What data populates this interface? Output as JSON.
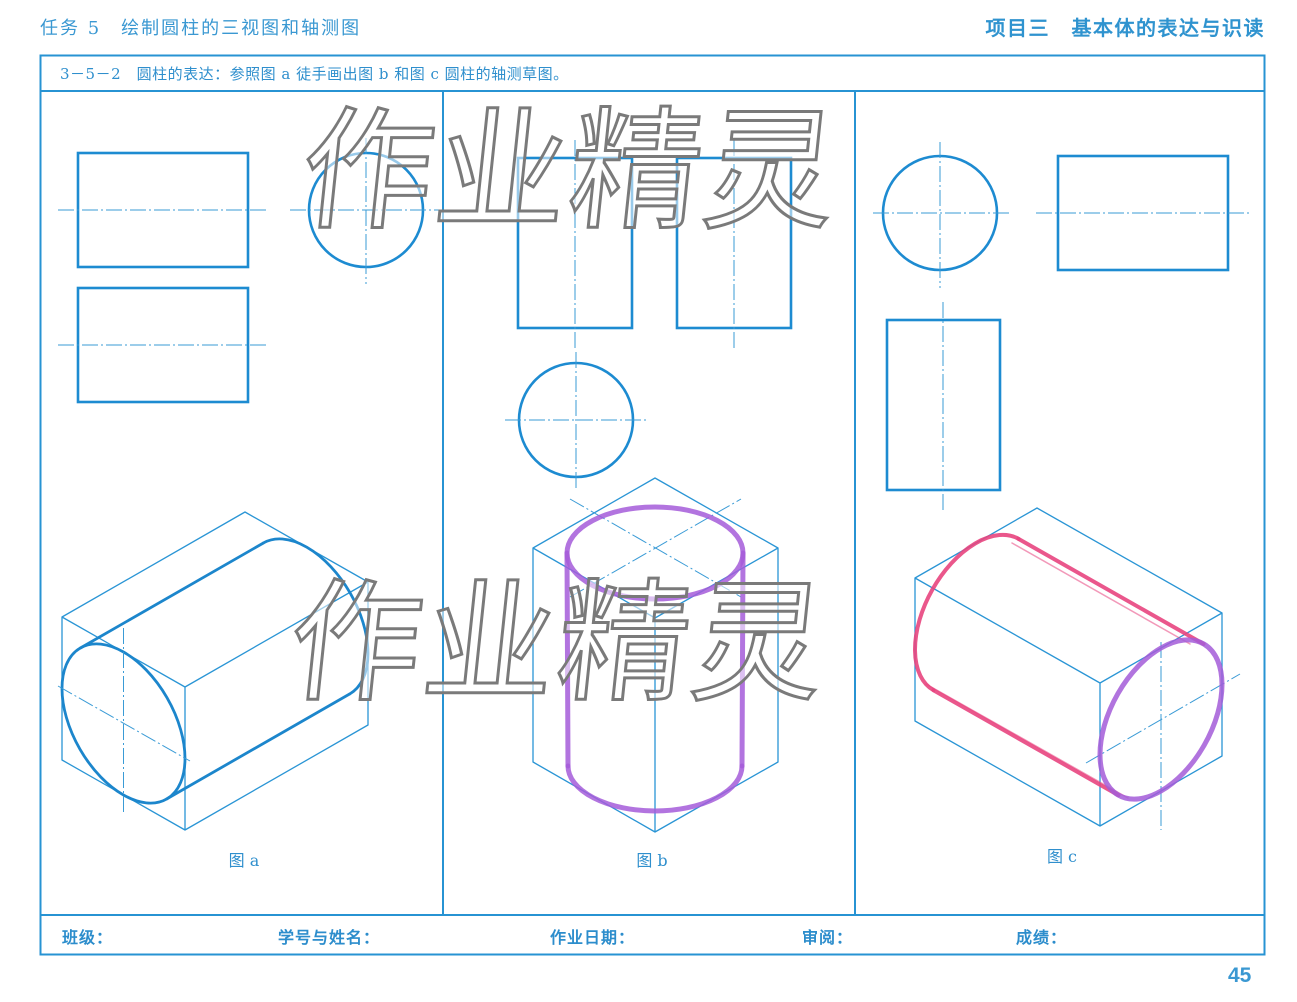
{
  "header": {
    "task_title": "任务 5　绘制圆柱的三视图和轴测图",
    "project_title": "项目三　基本体的表达与识读"
  },
  "exercise": {
    "instruction": "3－5－2　圆柱的表达：参照图 a 徒手画出图 b 和图 c 圆柱的轴测草图。"
  },
  "figures": [
    {
      "label": "图 a"
    },
    {
      "label": "图 b"
    },
    {
      "label": "图 c"
    }
  ],
  "footer": {
    "class_label": "班级：",
    "student_label": "学号与姓名：",
    "date_label": "作业日期：",
    "review_label": "审阅：",
    "score_label": "成绩："
  },
  "page_number": "45",
  "watermark": "作业精灵",
  "colors": {
    "line_blue": "#1d8bd1",
    "text_blue": "#3a98d2",
    "marker_purple": "#a45cd9",
    "marker_pink": "#e8457f",
    "watermark_outline": "#7a7a7a"
  }
}
